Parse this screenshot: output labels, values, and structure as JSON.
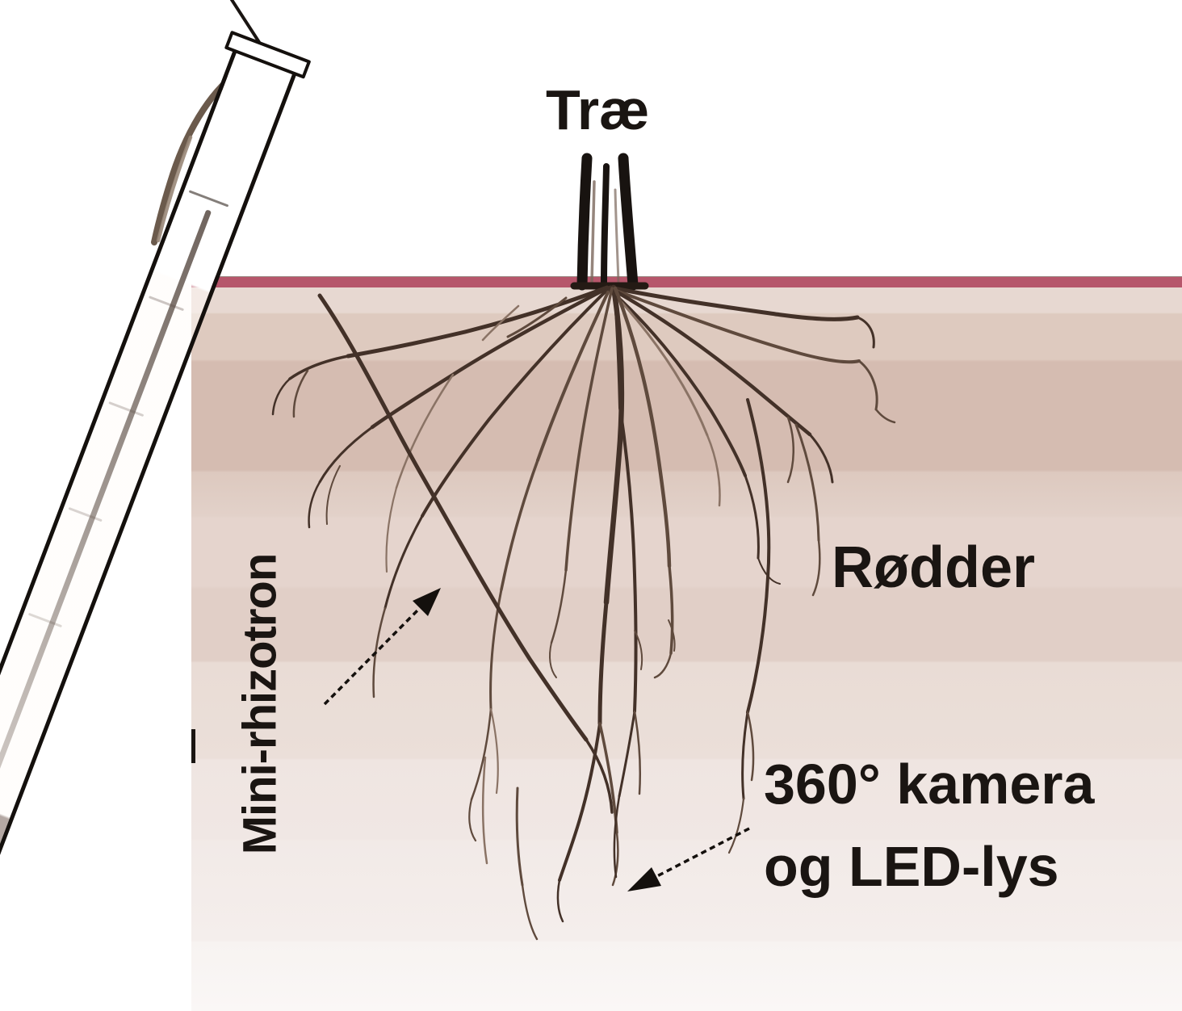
{
  "figure": {
    "type": "illustrated-diagram",
    "subject": "Mini-rhizotron root observation tube beside a tree",
    "labels": {
      "tree": "Træ",
      "roots": "Rødder",
      "tube": "Mini-rhizotron",
      "camera_line1": "360° kamera",
      "camera_line2": "og LED-lys"
    },
    "annotations": [
      {
        "label": "Mini-rhizotron",
        "arrow_points_to": "transparent observation tube"
      },
      {
        "label": "360° kamera og LED-lys",
        "arrow_points_to": "gray camera section near tube tip"
      }
    ],
    "colors": {
      "soil_line": "#b6566b",
      "soil_band_top": "#e7d8d1",
      "soil_band_dark": "#d5bcb1",
      "soil_band_bottom": "#faf7f6",
      "root_dark": "#433128",
      "root_mid": "#5f4a3d",
      "root_light": "#8a7365",
      "trunk": "#181310",
      "tube_outline": "#14100d",
      "tube_rod": "#7d6f66",
      "camera_gray": "#b4a8a3",
      "tube_tip": "#f0e8e4",
      "label_text": "#1a1512"
    }
  }
}
